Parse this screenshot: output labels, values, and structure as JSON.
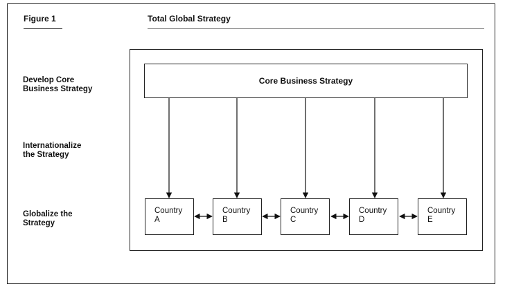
{
  "header": {
    "figure_label": "Figure 1",
    "title": "Total Global Strategy"
  },
  "steps": [
    {
      "line1": "Develop Core",
      "line2": "Business Strategy"
    },
    {
      "line1": "Internationalize",
      "line2": "the Strategy"
    },
    {
      "line1": "Globalize the",
      "line2": "Strategy"
    }
  ],
  "core": {
    "label": "Core Business Strategy"
  },
  "countries": [
    {
      "line1": "Country",
      "line2": "A"
    },
    {
      "line1": "Country",
      "line2": "B"
    },
    {
      "line1": "Country",
      "line2": "C"
    },
    {
      "line1": "Country",
      "line2": "D"
    },
    {
      "line1": "Country",
      "line2": "E"
    }
  ]
}
